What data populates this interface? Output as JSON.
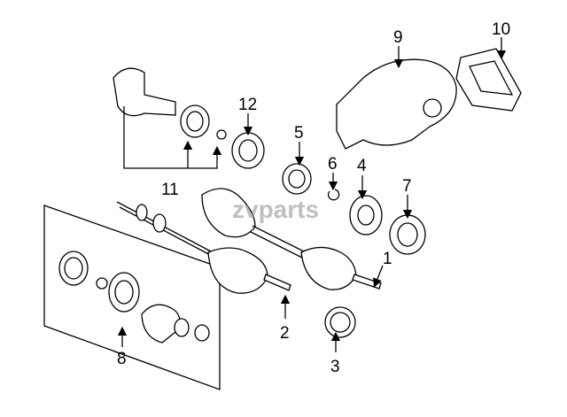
{
  "watermark": "zvparts",
  "callouts": [
    {
      "id": "1",
      "text": "1"
    },
    {
      "id": "2",
      "text": "2"
    },
    {
      "id": "3",
      "text": "3"
    },
    {
      "id": "4",
      "text": "4"
    },
    {
      "id": "5",
      "text": "5"
    },
    {
      "id": "6",
      "text": "6"
    },
    {
      "id": "7",
      "text": "7"
    },
    {
      "id": "8",
      "text": "8"
    },
    {
      "id": "9",
      "text": "9"
    },
    {
      "id": "10",
      "text": "10"
    },
    {
      "id": "11",
      "text": "11"
    },
    {
      "id": "12",
      "text": "12"
    }
  ]
}
